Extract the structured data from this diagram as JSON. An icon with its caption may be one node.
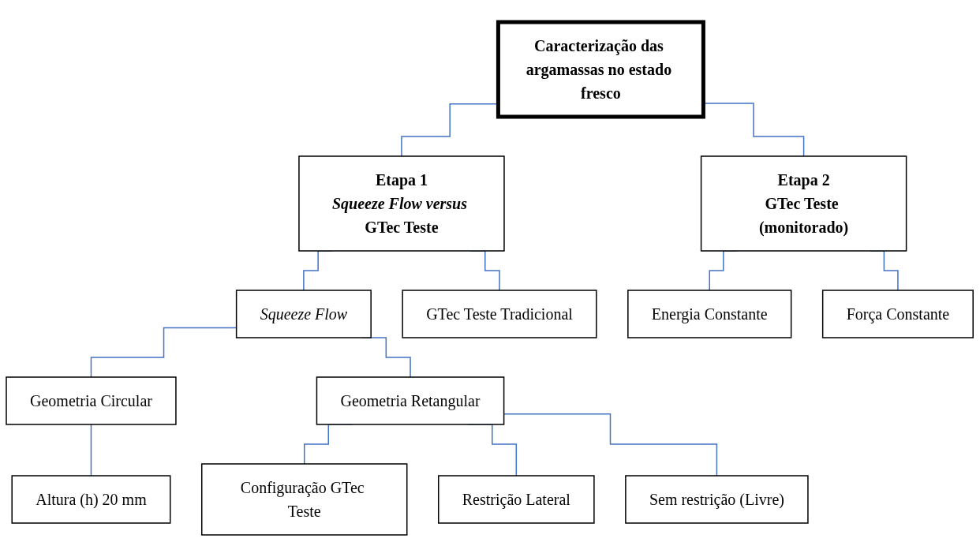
{
  "diagram": {
    "nodes": [
      {
        "text": [
          "Caracterização das argamassas no estado fresco"
        ]
      },
      {
        "text": [
          "Etapa 1",
          "*Squeeze Flow versus* GTec Teste"
        ]
      },
      {
        "text": [
          "Etapa 2",
          "GTec Teste (monitorado)"
        ]
      },
      {
        "text": [
          "Squeeze Flow"
        ]
      },
      {
        "text": [
          "GTec Teste Tradicional"
        ]
      },
      {
        "text": [
          "Energia Constante"
        ]
      },
      {
        "text": [
          "Força Constante"
        ]
      },
      {
        "text": [
          "Geometria Circular"
        ]
      },
      {
        "text": [
          "Geometria Retangular"
        ]
      },
      {
        "text": [
          "Altura (h) 20 mm"
        ]
      },
      {
        "text": [
          "Configuração GTec Teste"
        ]
      },
      {
        "text": [
          "Restrição Lateral"
        ]
      },
      {
        "text": [
          "Sem restrição (Livre)"
        ]
      }
    ],
    "edges": [
      {
        "from": 0,
        "to": 1,
        "arrow": "none"
      },
      {
        "from": 0,
        "to": 2,
        "arrow": "none"
      },
      {
        "from": 1,
        "to": 3,
        "arrow": "none"
      },
      {
        "from": 1,
        "to": 4,
        "arrow": "none"
      },
      {
        "from": 2,
        "to": 5,
        "arrow": "none"
      },
      {
        "from": 2,
        "to": 6,
        "arrow": "none"
      },
      {
        "from": 3,
        "to": 7,
        "arrow": "none"
      },
      {
        "from": 3,
        "to": 8,
        "arrow": "none"
      },
      {
        "from": 7,
        "to": 9,
        "arrow": "none"
      },
      {
        "from": 8,
        "to": 10,
        "arrow": "none"
      },
      {
        "from": 8,
        "to": 11,
        "arrow": "none"
      },
      {
        "from": 8,
        "to": 12,
        "arrow": "none"
      }
    ]
  }
}
